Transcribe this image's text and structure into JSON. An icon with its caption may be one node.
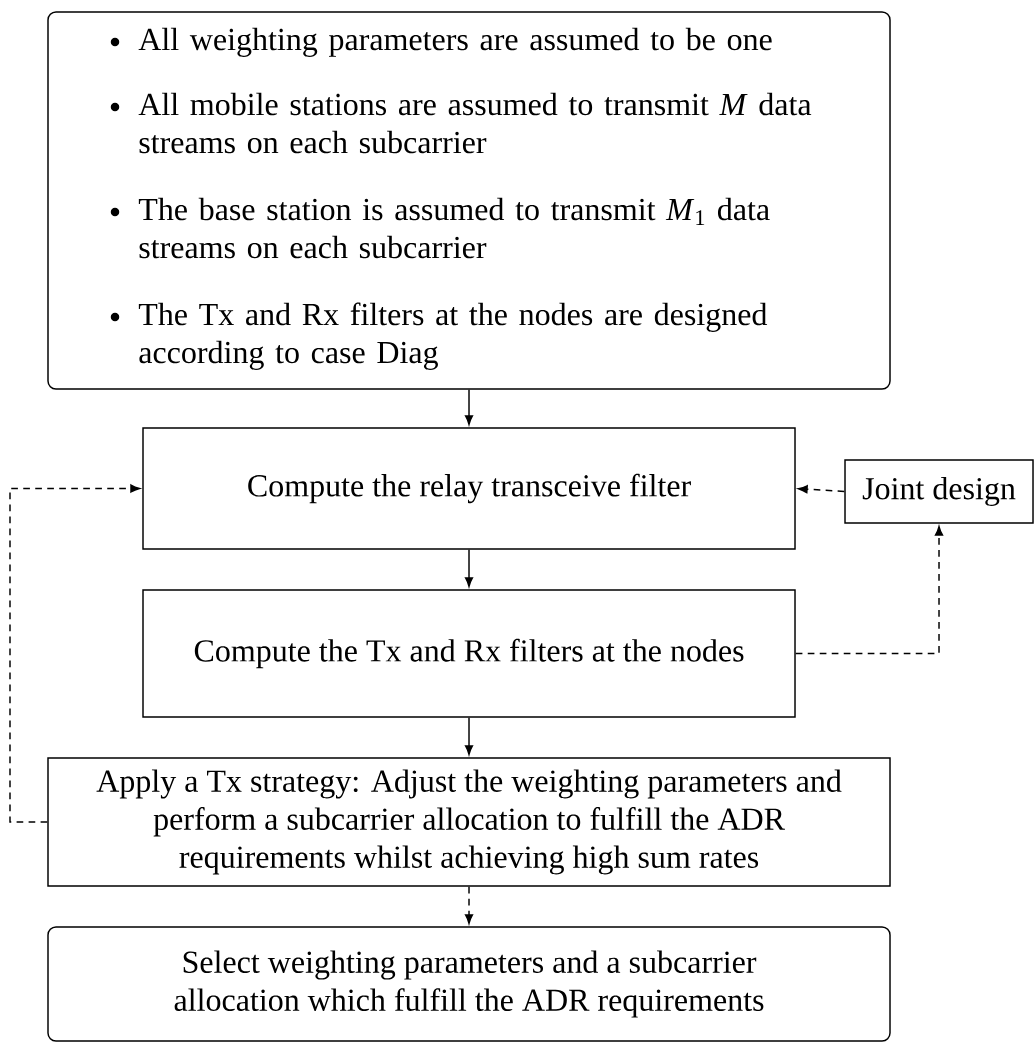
{
  "diagram": {
    "nodes": [
      {
        "text": [
          "All weighting parameters are assumed to be one",
          "All mobile stations are assumed to transmit *M* data streams on each subcarrier",
          "The base station is assumed to transmit *M*$_{1}$ data streams on each subcarrier",
          "The Tx and Rx filters at the nodes are designed according to case Diag"
        ]
      },
      {
        "text": [
          "Compute the relay transceive filter"
        ]
      },
      {
        "text": [
          "Joint design"
        ]
      },
      {
        "text": [
          "Compute the Tx and Rx filters at the nodes"
        ]
      },
      {
        "text": [
          "Apply a Tx strategy: Adjust the weighting parameters and perform a subcarrier allocation to fulfill the ADR requirements whilst achieving high sum rates"
        ]
      },
      {
        "text": [
          "Select weighting parameters and a subcarrier allocation which fulfill the ADR requirements"
        ]
      }
    ],
    "edges": [
      {
        "from": 0,
        "to": 1,
        "arrow": "to"
      },
      {
        "from": 1,
        "to": 3,
        "arrow": "to"
      },
      {
        "from": 3,
        "to": 4,
        "arrow": "to"
      },
      {
        "from": 4,
        "to": 1,
        "arrow": "to",
        "style": "dashed"
      },
      {
        "from": 3,
        "to": 2,
        "arrow": "to",
        "style": "dashed"
      },
      {
        "from": 2,
        "to": 1,
        "arrow": "to",
        "style": "dashed"
      },
      {
        "from": 4,
        "to": 5,
        "arrow": "to",
        "style": "dashed"
      }
    ]
  }
}
